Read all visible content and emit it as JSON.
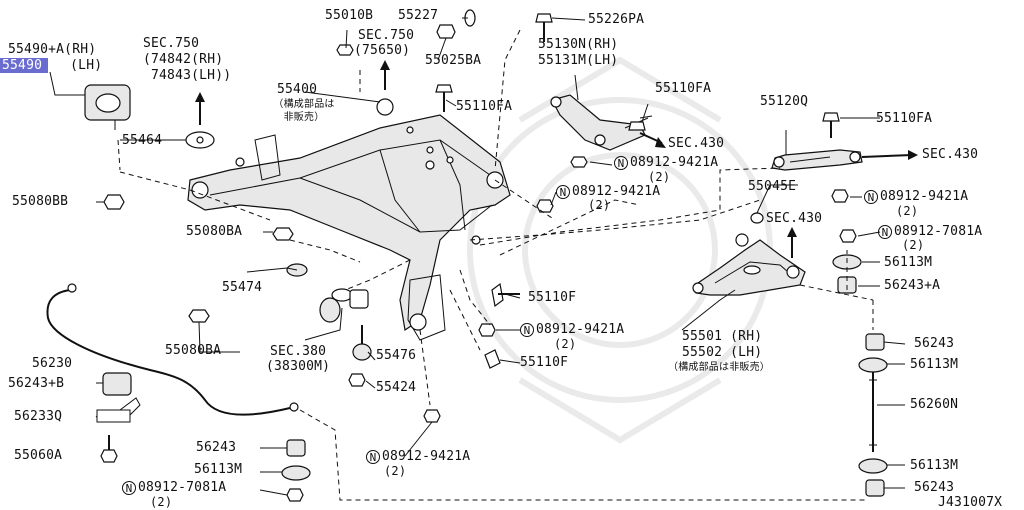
{
  "diagram": {
    "labels": {
      "p55490_rh": "55490+A(RH)",
      "p55490_lh_num": "55490",
      "p55490_lh_side": "(LH)",
      "sec750_a": "SEC.750",
      "sec750_a_r1": "(74842(RH)",
      "sec750_a_r2": "74843(LH))",
      "p55464": "55464",
      "p55080bb": "55080BB",
      "p55010b": "55010B",
      "p55227": "55227",
      "sec750_b": "SEC.750",
      "sec750_b_r": "(75650)",
      "p55025ba": "55025BA",
      "p55400": "55400",
      "p55400_note1": "（構成部品は",
      "p55400_note2": "非販売）",
      "p55110fa_1": "55110FA",
      "p55226pa": "55226PA",
      "p55130n": "55130N(RH)",
      "p55131m": "55131M(LH)",
      "p55110fa_2": "55110FA",
      "sec430_1": "SEC.430",
      "n08912_9421a_1": "08912-9421A",
      "n08912_9421a_1q": "(2)",
      "p55120q": "55120Q",
      "p55110fa_3": "55110FA",
      "sec430_2": "SEC.430",
      "p55045e": "55045E",
      "n08912_9421a_2": "08912-9421A",
      "n08912_9421a_2q": "(2)",
      "sec430_3": "SEC.430",
      "n08912_7081a_1": "08912-7081A",
      "n08912_7081a_1q": "(2)",
      "p56113m_1": "56113M",
      "p56243a": "56243+A",
      "n08912_9421a_3": "08912-9421A",
      "n08912_9421a_3q": "(2)",
      "p55080ba_1": "55080BA",
      "p55474": "55474",
      "p55110f_1": "55110F",
      "n08912_9421a_4": "08912-9421A",
      "n08912_9421a_4q": "(2)",
      "p55501": "55501 (RH)",
      "p55502": "55502 (LH)",
      "p55501_note": "（構成部品は非販売）",
      "p56243_1": "56243",
      "p56113m_2": "56113M",
      "p56230": "56230",
      "p55080ba_2": "55080BA",
      "sec380": "SEC.380",
      "sec380_r": "(38300M)",
      "p55476": "55476",
      "p55110f_2": "55110F",
      "p56243b": "56243+B",
      "p55424": "55424",
      "p56260n": "56260N",
      "p56233q": "56233Q",
      "p55060a": "55060A",
      "n08912_9421a_5": "08912-9421A",
      "n08912_9421a_5q": "(2)",
      "p56243_2": "56243",
      "p56113m_3": "56113M",
      "p56113m_4": "56113M",
      "n08912_7081a_2": "08912-7081A",
      "n08912_7081a_2q": "(2)",
      "p56243_3": "56243",
      "ref": "J431007X",
      "circle_n": "N"
    }
  }
}
